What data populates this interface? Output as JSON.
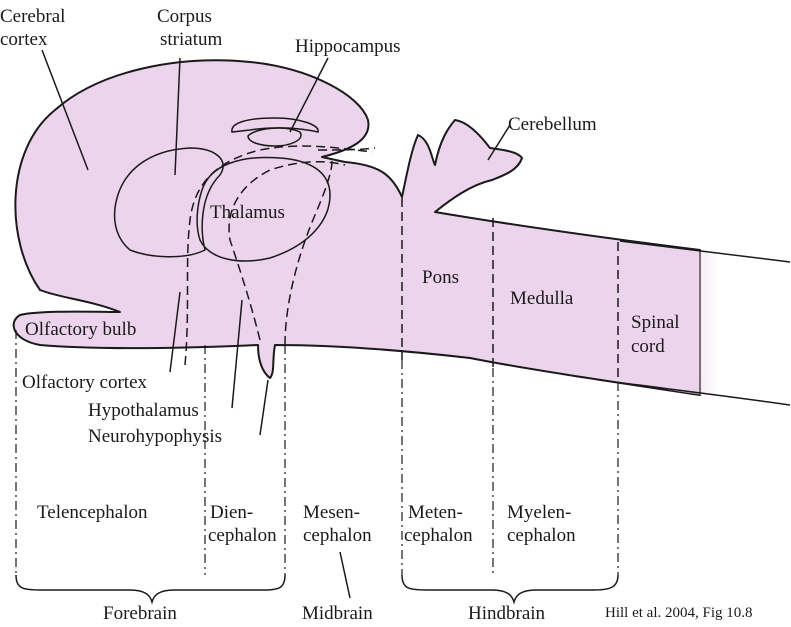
{
  "colors": {
    "tissue": "#ecd4ec",
    "ink": "#1a1a1a"
  },
  "labels": {
    "cerebral_cortex_1": "Cerebral",
    "cerebral_cortex_2": "cortex",
    "corpus_striatum_1": "Corpus",
    "corpus_striatum_2": "striatum",
    "hippocampus": "Hippocampus",
    "cerebellum": "Cerebellum",
    "thalamus": "Thalamus",
    "pons": "Pons",
    "medulla": "Medulla",
    "spinal_cord_1": "Spinal",
    "spinal_cord_2": "cord",
    "olfactory_bulb": "Olfactory bulb",
    "olfactory_cortex": "Olfactory cortex",
    "hypothalamus": "Hypothalamus",
    "neurohypophysis": "Neurohypophysis"
  },
  "divisions": {
    "telencephalon": "Telencephalon",
    "diencephalon_1": "Dien-",
    "diencephalon_2": "cephalon",
    "mesencephalon_1": "Mesen-",
    "mesencephalon_2": "cephalon",
    "metencephalon_1": "Meten-",
    "metencephalon_2": "cephalon",
    "myelencephalon_1": "Myelen-",
    "myelencephalon_2": "cephalon"
  },
  "regions": {
    "forebrain": "Forebrain",
    "midbrain": "Midbrain",
    "hindbrain": "Hindbrain"
  },
  "citation": "Hill et al. 2004, Fig 10.8"
}
